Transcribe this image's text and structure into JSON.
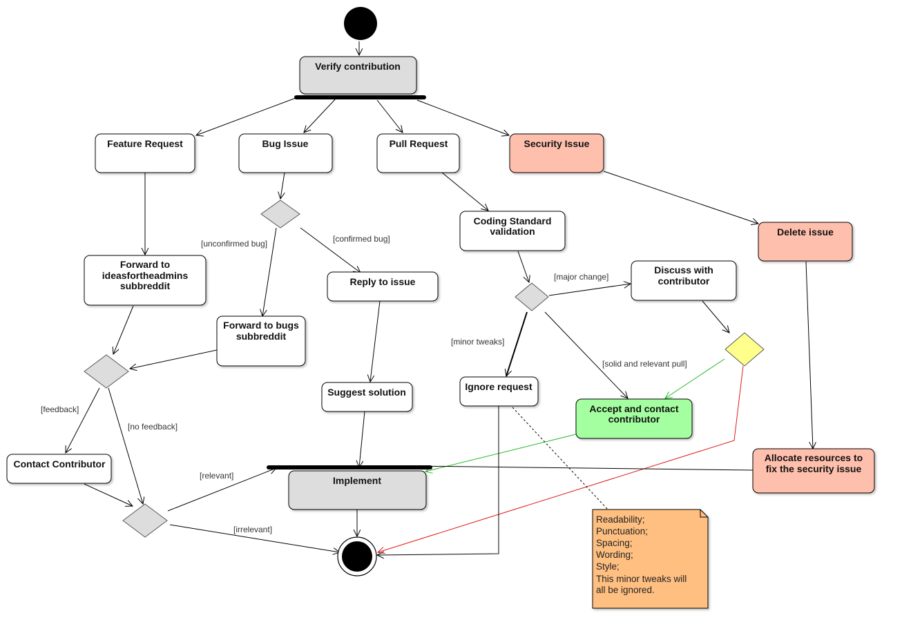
{
  "colors": {
    "default_fill": "#ffffff",
    "gray_fill": "#dddddd",
    "security_fill": "#ffbfad",
    "accept_fill": "#a3ff9f",
    "decision_yellow": "#ffff8c",
    "note_fill": "#ffbf80",
    "edge_black": "#000000",
    "edge_green": "#22b522",
    "edge_red": "#e01818"
  },
  "nodes": {
    "verify": [
      "Verify contribution"
    ],
    "feature": [
      "Feature Request"
    ],
    "bug": [
      "Bug Issue"
    ],
    "pull": [
      "Pull Request"
    ],
    "security": [
      "Security Issue"
    ],
    "forward_ideas": [
      "Forward to",
      "ideasfortheadmins",
      "subbreddit"
    ],
    "forward_bugs": [
      "Forward to bugs",
      "subbreddit"
    ],
    "reply": [
      "Reply to issue"
    ],
    "suggest": [
      "Suggest solution"
    ],
    "coding": [
      "Coding Standard",
      "validation"
    ],
    "discuss": [
      "Discuss with",
      "contributor"
    ],
    "ignore": [
      "Ignore request"
    ],
    "accept": [
      "Accept and contact",
      "contributor"
    ],
    "delete": [
      "Delete issue"
    ],
    "allocate": [
      "Allocate resources to",
      "fix the security issue"
    ],
    "contact": [
      "Contact Contributor"
    ],
    "implement": [
      "Implement"
    ]
  },
  "guards": {
    "unconfirmed_bug": "[unconfirmed bug]",
    "confirmed_bug": "[confirmed bug]",
    "major_change": "[major change]",
    "minor_tweaks": "[minor tweaks]",
    "solid_pull": "[solid and relevant pull]",
    "feedback": "[feedback]",
    "no_feedback": "[no feedback]",
    "relevant": "[relevant]",
    "irrelevant": "[irrelevant]"
  },
  "note": {
    "lines": [
      "Readability;",
      "Punctuation;",
      "Spacing;",
      "Wording;",
      "Style;",
      "This minor tweaks will",
      "all be ignored."
    ]
  }
}
